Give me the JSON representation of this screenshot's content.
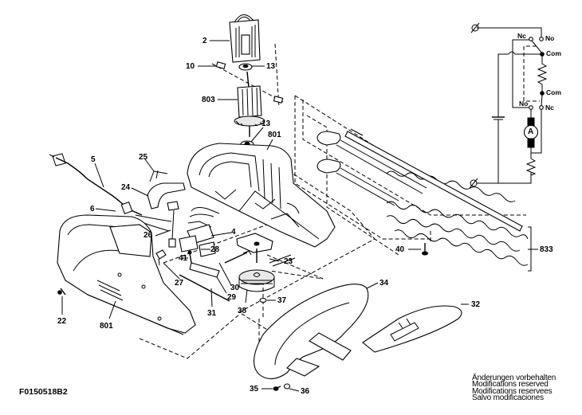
{
  "diagram": {
    "type": "exploded-parts-view",
    "subject": "hedge trimmer",
    "drawing_code": "F0150518B2",
    "notice": [
      "Änderungen vorbehalten",
      "Modifications reserved",
      "Modifications reservees",
      "Salvo modificaciones"
    ],
    "part_labels": {
      "p2": "2",
      "p10": "10",
      "p13a": "13",
      "p803": "803",
      "p13b": "13",
      "p801a": "801",
      "p5": "5",
      "p25": "25",
      "p24": "24",
      "p6": "6",
      "p26": "26",
      "p4": "4",
      "p28": "28",
      "p41": "41",
      "p27": "27",
      "p30": "30",
      "p29": "29",
      "p23": "23",
      "p31": "31",
      "p38": "38",
      "p37": "37",
      "p22": "22",
      "p801b": "801",
      "p34": "34",
      "p32": "32",
      "p35": "35",
      "p36": "36",
      "p40": "40",
      "p833": "833"
    },
    "schematic": {
      "labels": {
        "nc_top": "Nc",
        "no_top": "No",
        "com_top": "Com",
        "com_bottom": "Com",
        "no_bottom": "No",
        "nc_bottom": "Nc",
        "motor": "A"
      },
      "terminal_symbol": "⌀"
    }
  }
}
